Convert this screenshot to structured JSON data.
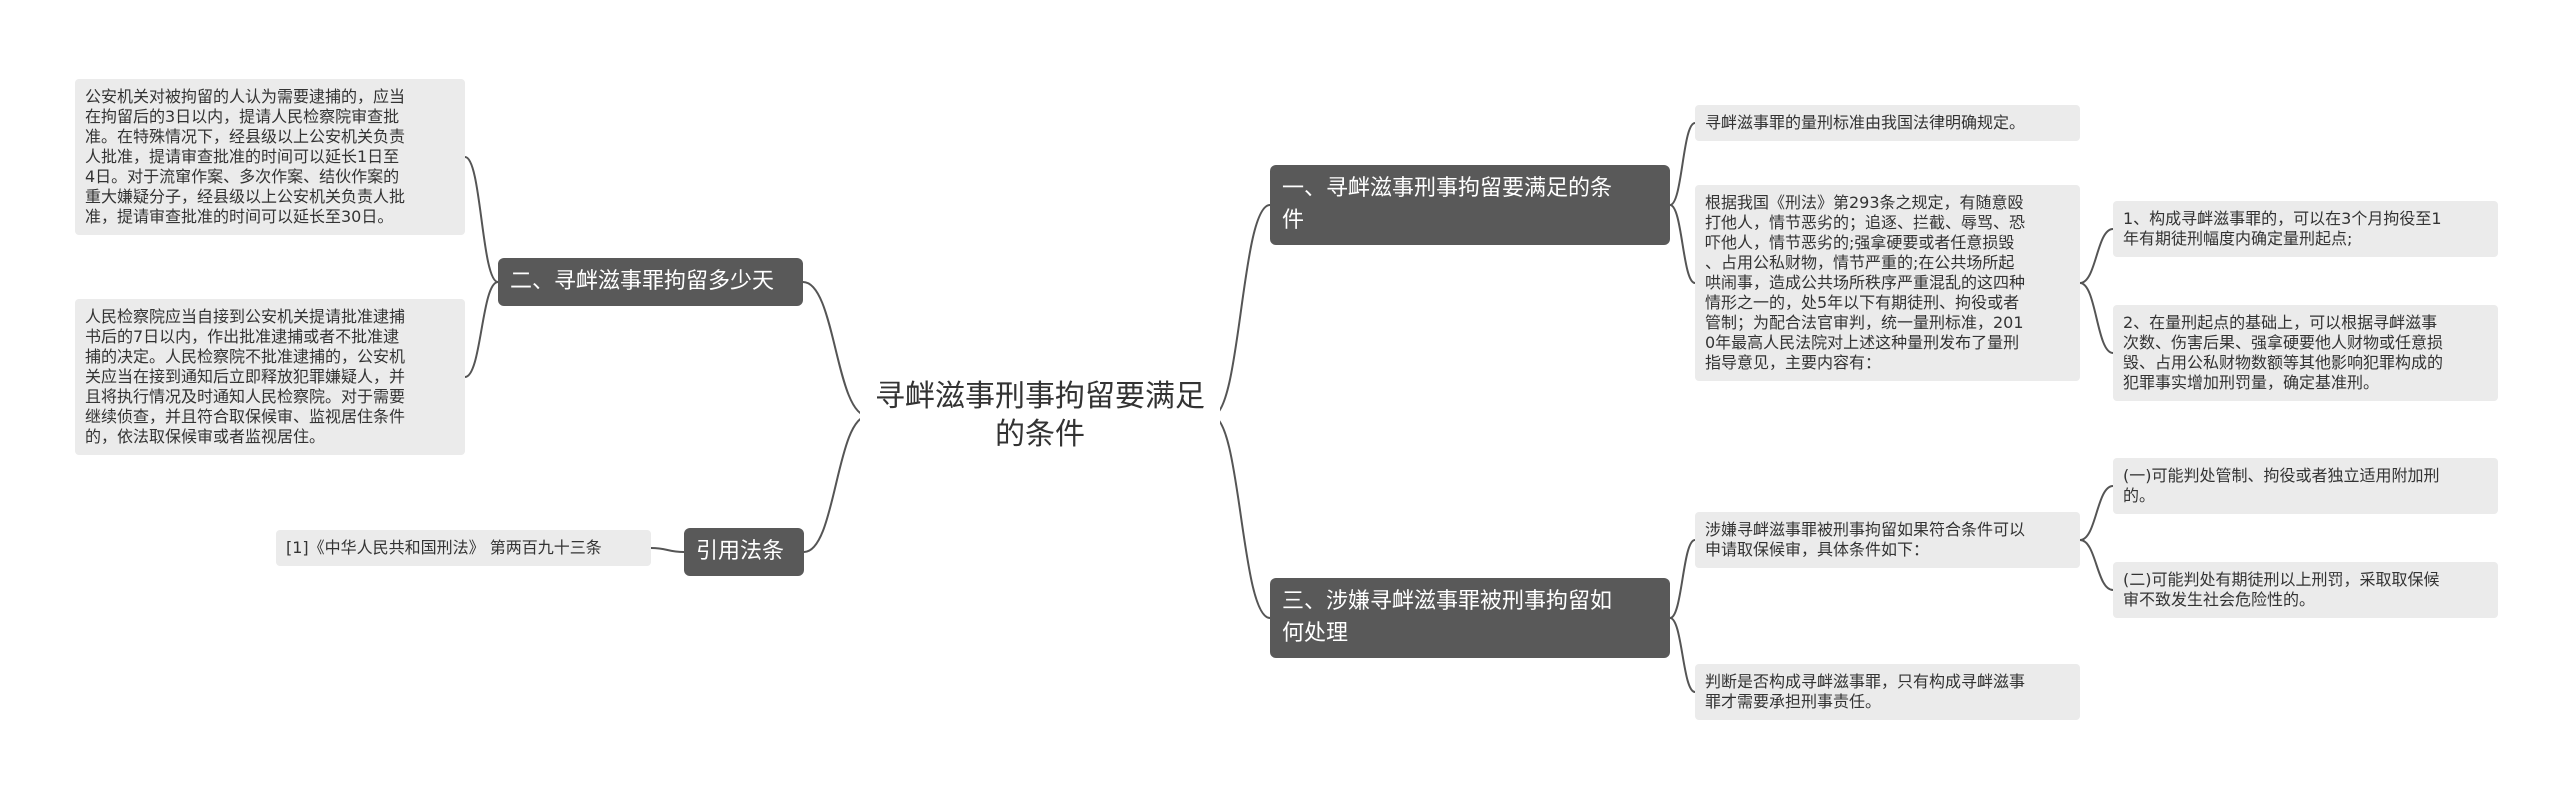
{
  "root": {
    "title": "寻衅滋事刑事拘留要满足\n的条件"
  },
  "branches": {
    "b1": "一、寻衅滋事刑事拘留要满足的条\n件",
    "b2": "二、寻衅滋事罪拘留多少天",
    "b3": "三、涉嫌寻衅滋事罪被刑事拘留如\n何处理",
    "b4": "引用法条"
  },
  "leaves": {
    "b1_a": "寻衅滋事罪的量刑标准由我国法律明确规定。",
    "b1_b": "根据我国《刑法》第293条之规定，有随意殴\n打他人，情节恶劣的；追逐、拦截、辱骂、恐\n吓他人，情节恶劣的;强拿硬要或者任意损毁\n、占用公私财物，情节严重的;在公共场所起\n哄闹事，造成公共场所秩序严重混乱的这四种\n情形之一的，处5年以下有期徒刑、拘役或者\n管制；为配合法官审判，统一量刑标准，201\n0年最高人民法院对上述这种量刑发布了量刑\n指导意见，主要内容有：",
    "b1_b_1": "1、构成寻衅滋事罪的，可以在3个月拘役至1\n年有期徒刑幅度内确定量刑起点;",
    "b1_b_2": "2、在量刑起点的基础上，可以根据寻衅滋事\n次数、伤害后果、强拿硬要他人财物或任意损\n毁、占用公私财物数额等其他影响犯罪构成的\n犯罪事实增加刑罚量，确定基准刑。",
    "b2_a": "公安机关对被拘留的人认为需要逮捕的，应当\n在拘留后的3日以内，提请人民检察院审查批\n准。在特殊情况下，经县级以上公安机关负责\n人批准，提请审查批准的时间可以延长1日至\n4日。对于流窜作案、多次作案、结伙作案的\n重大嫌疑分子，经县级以上公安机关负责人批\n准，提请审查批准的时间可以延长至30日。",
    "b2_b": "人民检察院应当自接到公安机关提请批准逮捕\n书后的7日以内，作出批准逮捕或者不批准逮\n捕的决定。人民检察院不批准逮捕的，公安机\n关应当在接到通知后立即释放犯罪嫌疑人，并\n且将执行情况及时通知人民检察院。对于需要\n继续侦查，并且符合取保候审、监视居住条件\n的，依法取保候审或者监视居住。",
    "b3_a": "涉嫌寻衅滋事罪被刑事拘留如果符合条件可以\n申请取保候审，具体条件如下：",
    "b3_a_1": "(一)可能判处管制、拘役或者独立适用附加刑\n的。",
    "b3_a_2": "(二)可能判处有期徒刑以上刑罚，采取取保候\n审不致发生社会危险性的。",
    "b3_b": "判断是否构成寻衅滋事罪，只有构成寻衅滋事\n罪才需要承担刑事责任。",
    "b4_a": "[1]《中华人民共和国刑法》 第两百九十三条"
  },
  "colors": {
    "branch_bg": "#595959",
    "leaf_bg": "#ebebeb",
    "line": "#555555",
    "text": "#333333"
  }
}
